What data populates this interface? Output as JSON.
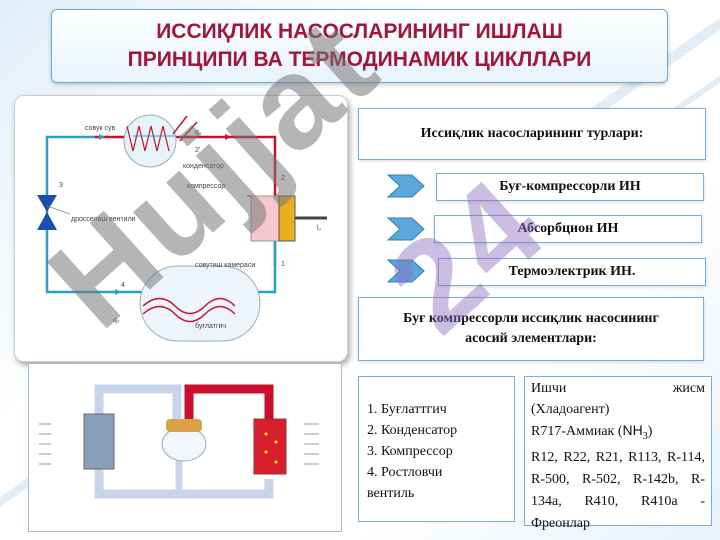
{
  "title": "ИССИҚЛИК НАСОСЛАРИНИНГ ИШЛАШ\nПРИНЦИПИ ВА ТЕРМОДИНАМИК ЦИКЛЛАРИ",
  "types_header": "Иссиқлик насосларининг турлари:",
  "types": [
    "Буғ-компрессорли ИН",
    "Абсорбцион ИН",
    "Термоэлектрик ИН."
  ],
  "elements_header": "Буғ компрессорли иссиқлик насосининг асосий элементлари:",
  "elements_list": [
    "1. Буғлаттгич",
    "2. Конденсатор",
    "3. Компрессор",
    "4. Ростловчи",
    "вентиль"
  ],
  "refrigerant": {
    "line1_left": "Ишчи",
    "line1_right": "жисм",
    "line2": "(Хладоагент)",
    "line3_prefix": "R717-Аммиак (",
    "line3_formula": "NH",
    "line3_sub": "3",
    "line3_suffix": ")",
    "line4": "R12, R22, R21, R113, R-114, R-500, R-502, R-142b, R-134a, R410, R410a - Фреонлар"
  },
  "diagram_labels": {
    "cold_water": "совук сув",
    "q1": "q₁",
    "point2p": "2'",
    "condenser": "конденсатор",
    "compressor": "компрессор",
    "point2": "2",
    "point3": "3",
    "throttle": "дросселаш вентили",
    "l": "l₂",
    "point1": "1",
    "cooling_chamber": "совутиш камераси",
    "point4": "4",
    "q2": "q₂",
    "evaporator": "буғлатгич"
  },
  "watermark_left": "Hujjat",
  "watermark_right": "24",
  "colors": {
    "title": "#a0173a",
    "hot_pipe": "#c8102e",
    "cold_pipe": "#2aa0c8",
    "valve": "#1a4fb0",
    "chevron": "#5aa7dd"
  }
}
